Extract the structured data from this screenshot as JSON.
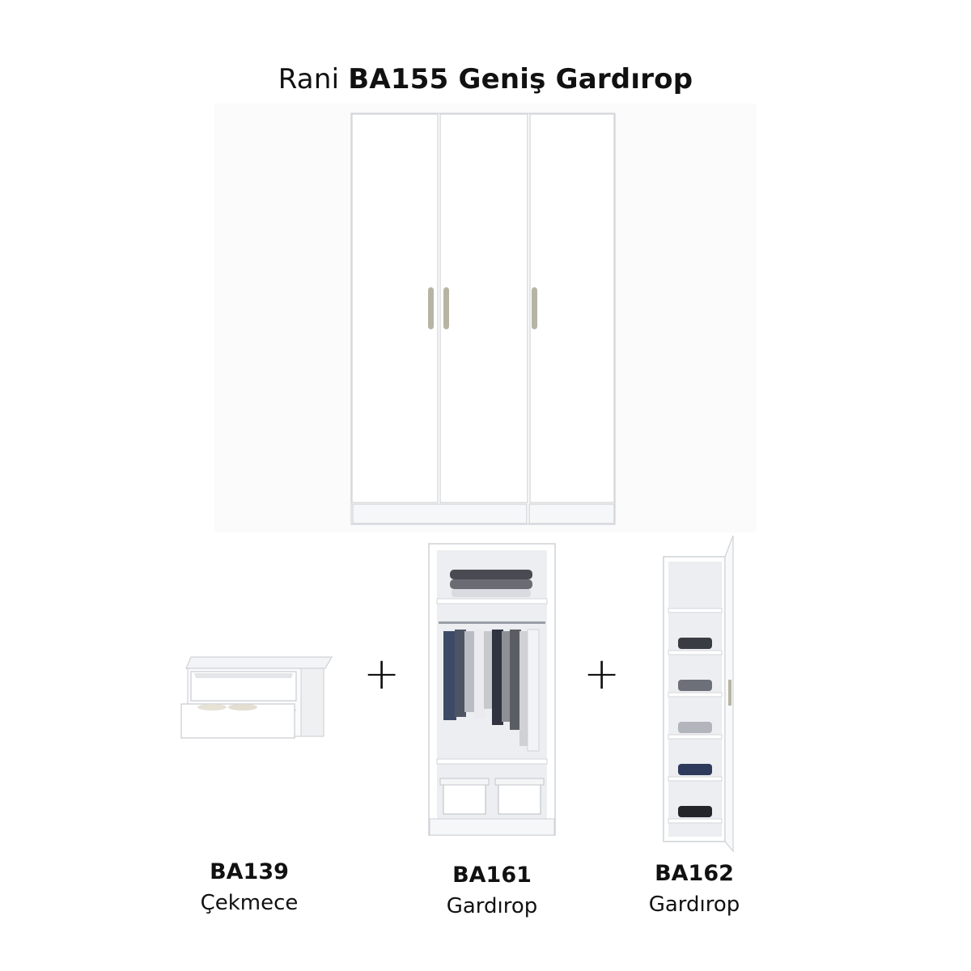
{
  "header": {
    "title_prefix": "Rani",
    "title_main": "BA155 Geniş Gardırop"
  },
  "components": [
    {
      "code": "BA139",
      "name": "Çekmece"
    },
    {
      "code": "BA161",
      "name": "Gardırop"
    },
    {
      "code": "BA162",
      "name": "Gardırop"
    }
  ],
  "separator": "+",
  "colors": {
    "panel": "#ffffff",
    "edge": "#d5d7db",
    "shadow": "#eef0f2",
    "handle": "#b8b4a4",
    "interior": "#eceef1"
  }
}
